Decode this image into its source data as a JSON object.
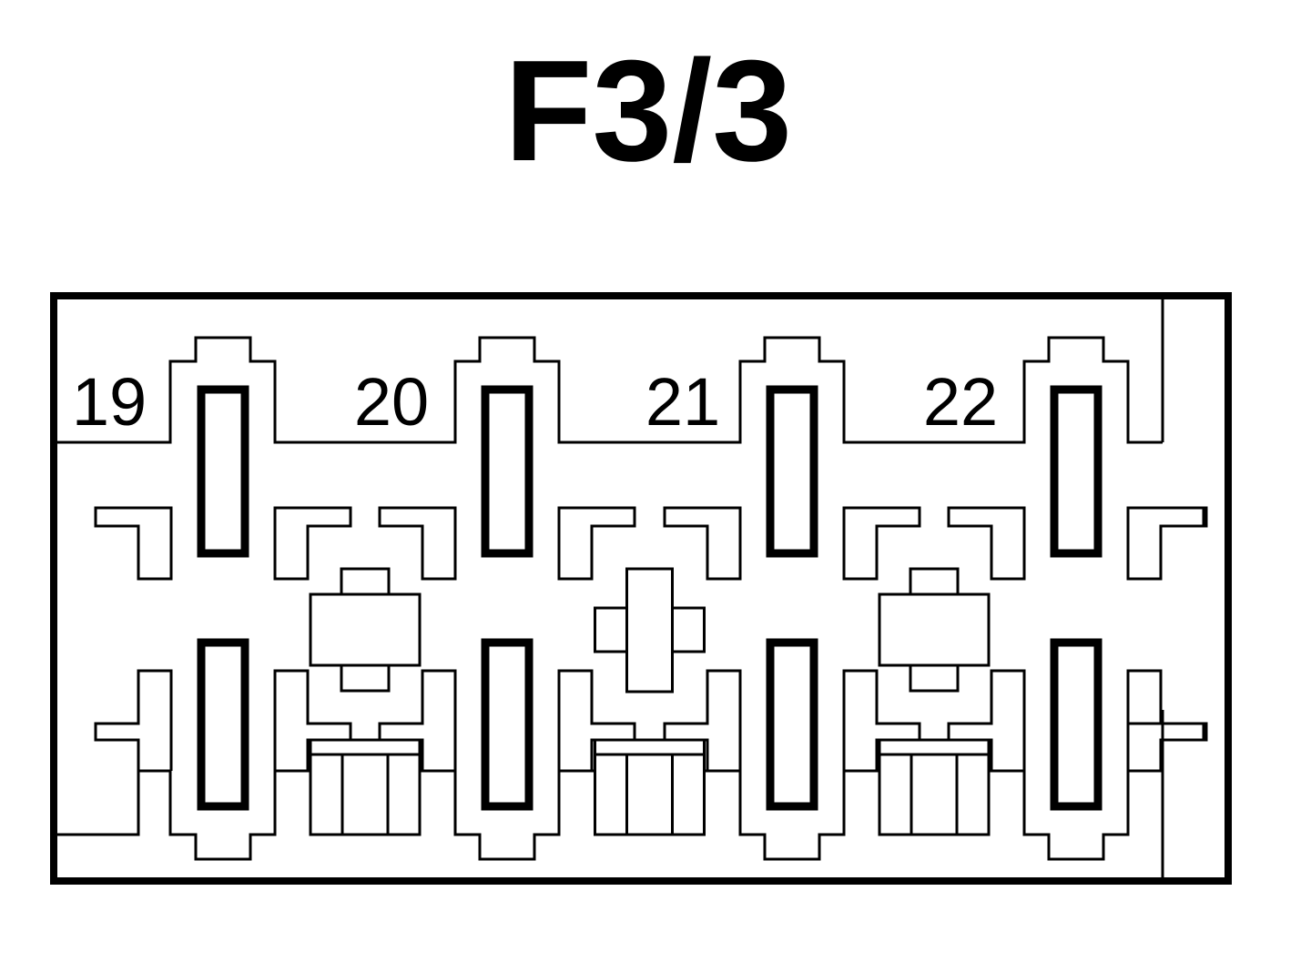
{
  "diagram": {
    "title": "F3/3",
    "slots": [
      {
        "label": "19"
      },
      {
        "label": "20"
      },
      {
        "label": "21"
      },
      {
        "label": "22"
      }
    ],
    "colors": {
      "stroke": "#000000",
      "background": "#ffffff"
    }
  }
}
